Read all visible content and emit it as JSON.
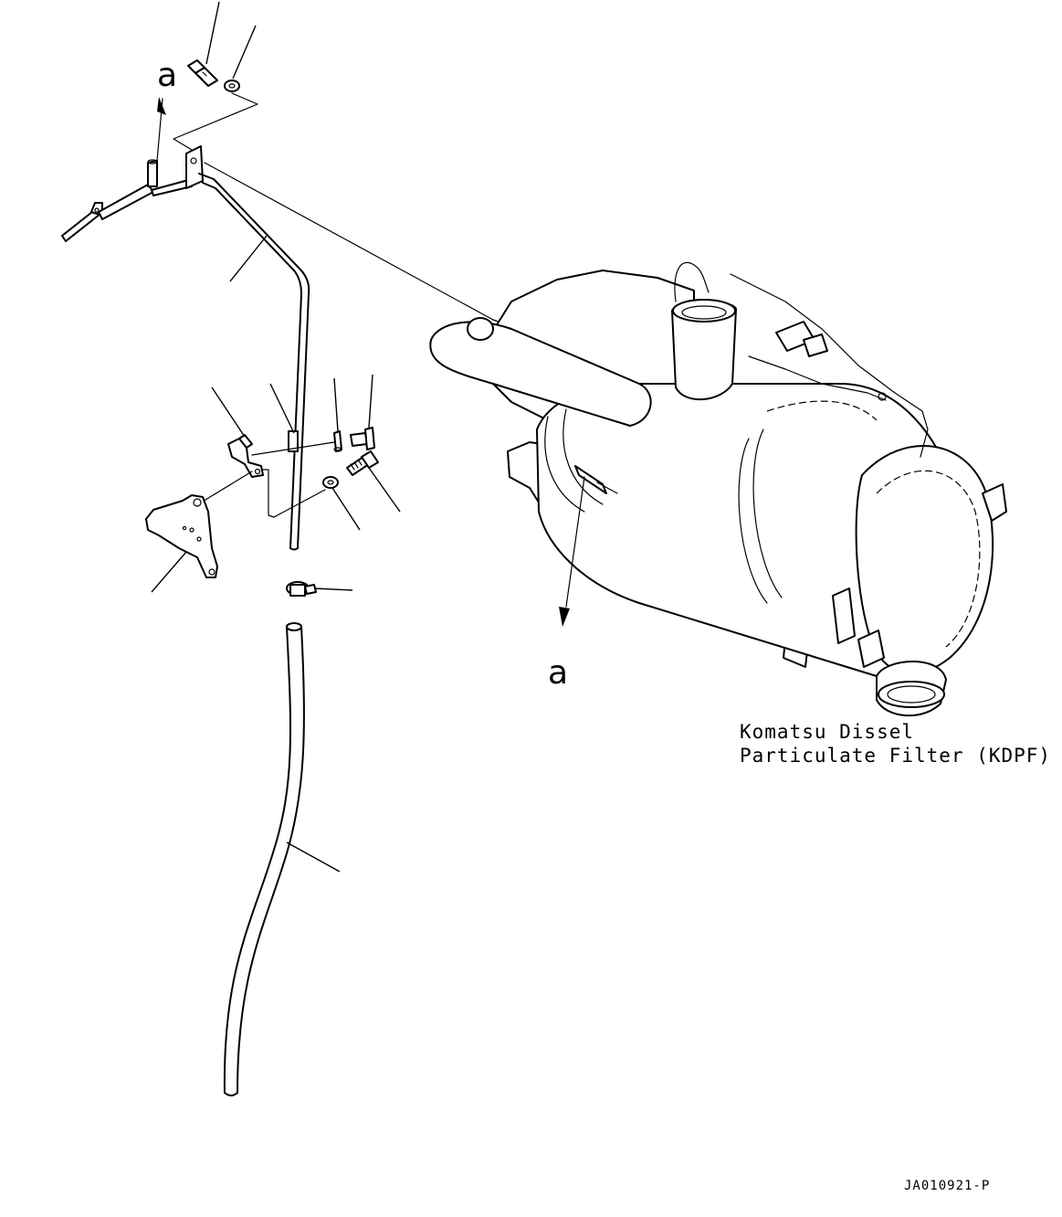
{
  "references": {
    "top_marker": "a",
    "bottom_marker": "a"
  },
  "caption": {
    "line1": "Komatsu Dissel",
    "line2": "Particulate Filter (KDPF)"
  },
  "drawing_code": "JA010921-P"
}
